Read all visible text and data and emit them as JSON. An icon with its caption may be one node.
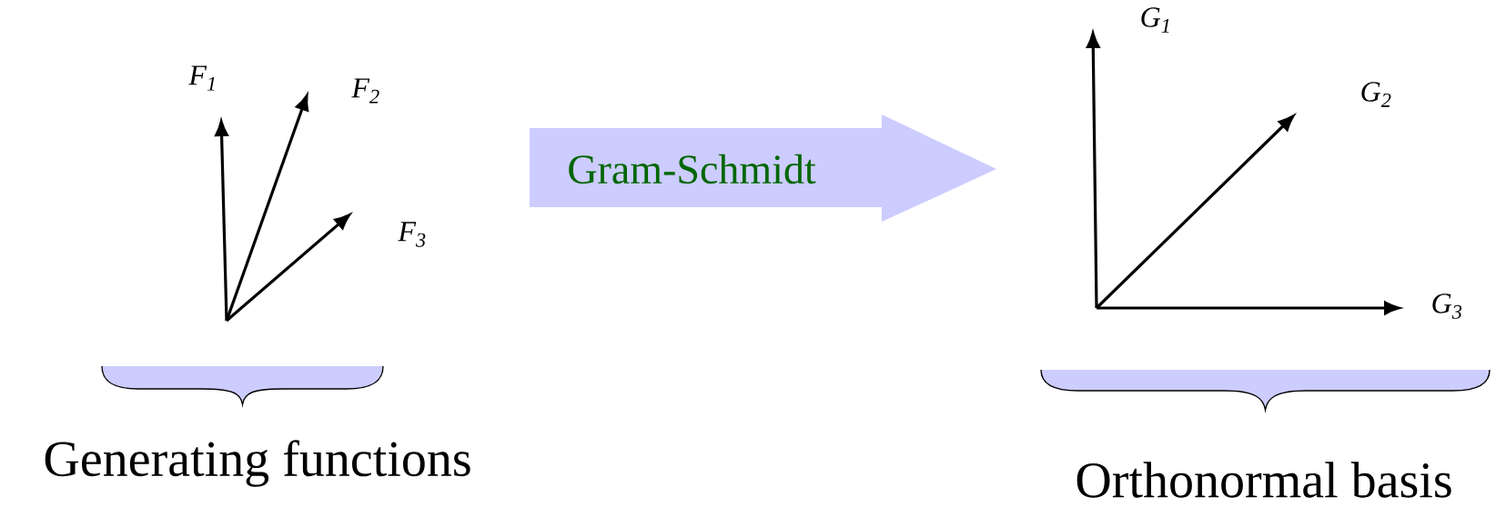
{
  "diagram": {
    "nodes": [
      {
        "text": [
          "Gram-Schmidt"
        ]
      }
    ],
    "labels": [
      "F$_{1}$",
      "F$_{2}$",
      "F$_{3}$",
      "G$_{1}$",
      "G$_{2}$",
      "G$_{3}$",
      "Generating functions",
      "Orthonormal basis"
    ]
  }
}
